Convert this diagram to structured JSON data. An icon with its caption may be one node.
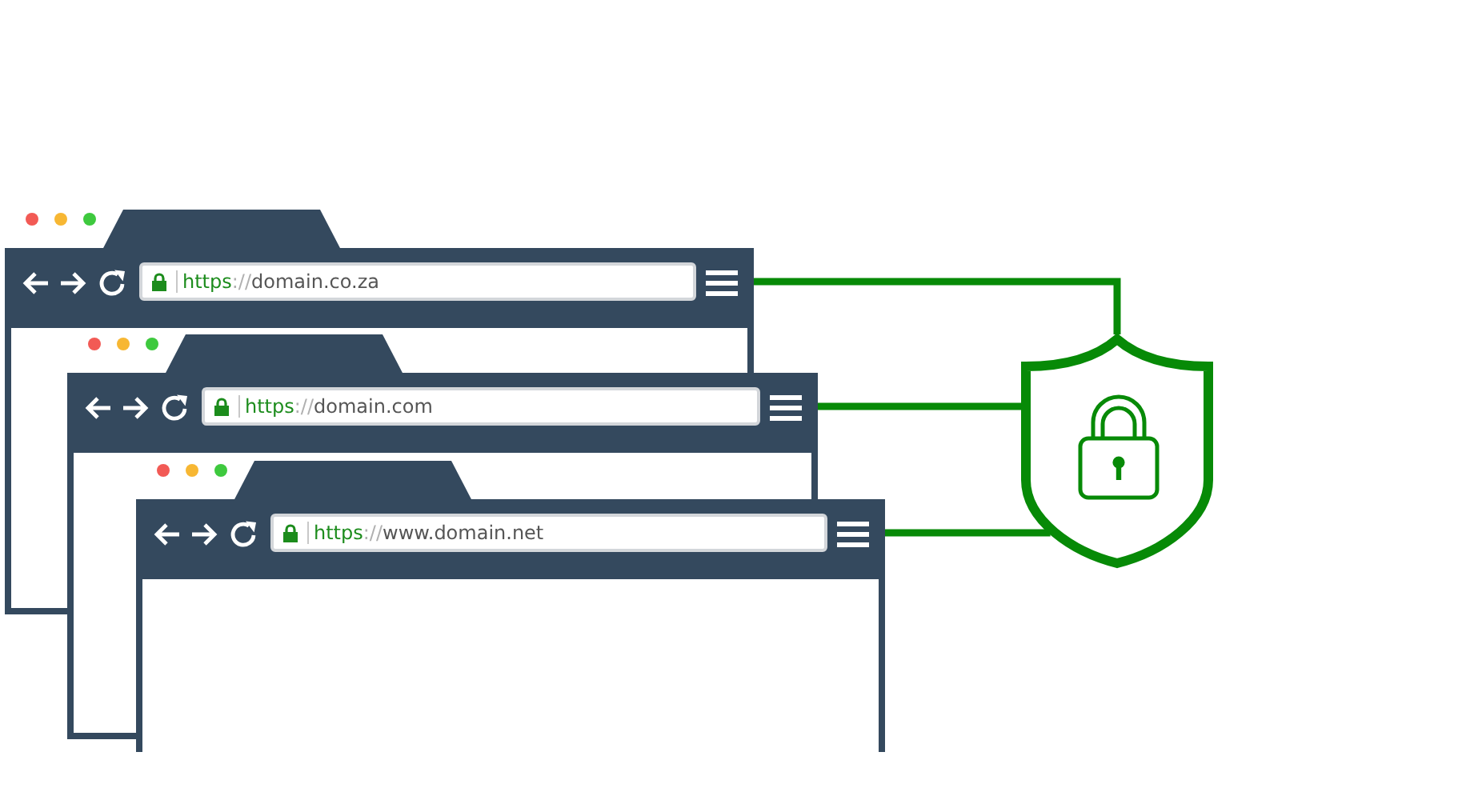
{
  "diagram": {
    "nodes": [
      {
        "text": [
          "https://domain.co.za"
        ]
      },
      {
        "text": [
          "https://domain.com"
        ]
      },
      {
        "text": [
          "https://www.domain.net"
        ]
      },
      {
        "text": [],
        "shape": "shield"
      }
    ],
    "edges": [
      {
        "from": 0,
        "to": 3,
        "arrow": "none"
      },
      {
        "from": 1,
        "to": 3,
        "arrow": "none"
      },
      {
        "from": 2,
        "to": 3,
        "arrow": "none"
      }
    ]
  }
}
